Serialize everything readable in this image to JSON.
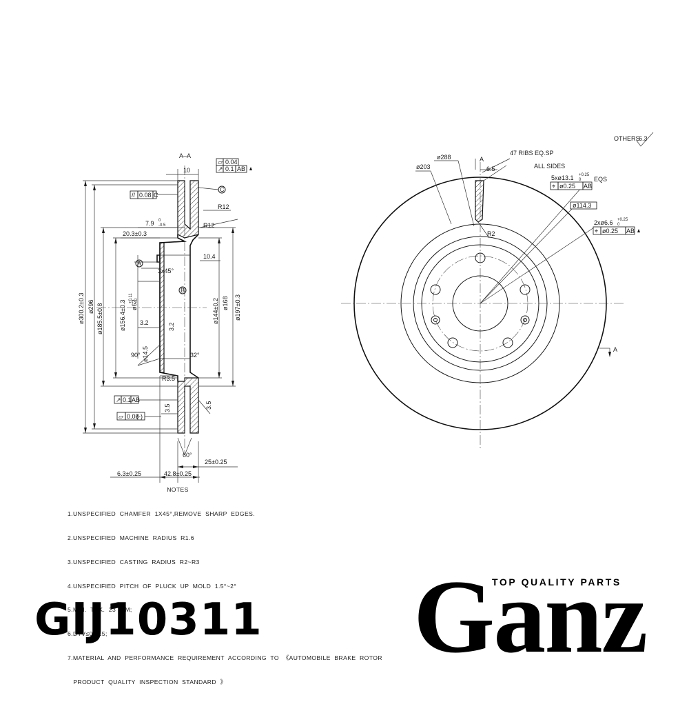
{
  "section": {
    "title": "A–A",
    "finish": "OTHERS",
    "finish_value": "6.3",
    "tolerances": {
      "flatness": "0.04",
      "runout_top": "0.1",
      "runout_top_ref": "AB",
      "parallel": "0.08",
      "parallel_ref": "C",
      "runout_hub": "0.1",
      "runout_hub_ref": "AB",
      "flat_hub": "0.08",
      "flat_hub_ref": "(-)"
    },
    "datums": {
      "a": "A",
      "b": "B",
      "c": "C"
    },
    "dims": {
      "width_top": "10",
      "r12_a": "R12",
      "r12_b": "R12",
      "step": "7.9",
      "step_tol_top": "0",
      "step_tol_bot": "-0.5",
      "hat_depth": "20.3±0.3",
      "rib": "10.4",
      "chamfer": "3x45°",
      "r35": "R3.5",
      "d300": "ø300.2±0.3",
      "d296": "ø296",
      "d185": "ø185.5±0.8",
      "d156": "ø156.4±0.3",
      "d62": "ø62",
      "d62_tol_top": "+0.11",
      "d62_tol_bot": "0",
      "d144": "ø144±0.2",
      "d168": "ø168",
      "d197": "ø197±0.3",
      "d145": "ø14.5",
      "r32": "3.2",
      "finish_32": "3.2",
      "ang90": "90°",
      "ang32": "32°",
      "v35_a": "3.5",
      "v35_b": "3.5",
      "ang60": "60°",
      "thk25": "25±0.25",
      "hub63": "6.3±0.25",
      "total428": "42.8±0.25"
    }
  },
  "front": {
    "dims": {
      "d288": "ø288",
      "d203": "ø203",
      "ribs": "47 RIBS EQ.SP",
      "all_sides": "ALL SIDES",
      "w65": "6.5",
      "sec_a_top": "A",
      "sec_a_bot": "A",
      "holes": "5xø13.1",
      "holes_tol_top": "+0.25",
      "holes_tol_bot": "0",
      "eqs": "EQS",
      "holes_pos": "ø0.25",
      "holes_ref": "AB",
      "pcd": "ø114.3",
      "small_holes": "2xø6.6",
      "small_tol_top": "+0.25",
      "small_tol_bot": "0",
      "small_pos": "ø0.25",
      "small_ref": "AB",
      "r2": "R2"
    }
  },
  "notes": {
    "title": "NOTES",
    "items": [
      "1.UNSPECIFIED  CHAMFER  1X45°,REMOVE  SHARP  EDGES.",
      "2.UNSPECIFIED  MACHINE  RADIUS  R1.6",
      "3.UNSPECIFIED  CASTING  RADIUS  R2~R3",
      "4.UNSPECIFIED  PITCH  OF  PLUCK  UP  MOLD  1.5°~2°",
      "5.MIN.  THK.  23  MM;",
      "6.DTV≤0.015;",
      "7.MATERIAL  AND  PERFORMANCE  REQUIREMENT  ACCORDING  TO  《AUTOMOBILE  BRAKE  ROTOR",
      "   PRODUCT  QUALITY  INSPECTION  STANDARD  》"
    ]
  },
  "part_number": "GIJ10311",
  "brand": {
    "tagline": "TOP QUALITY PARTS",
    "name": "Ganz"
  }
}
